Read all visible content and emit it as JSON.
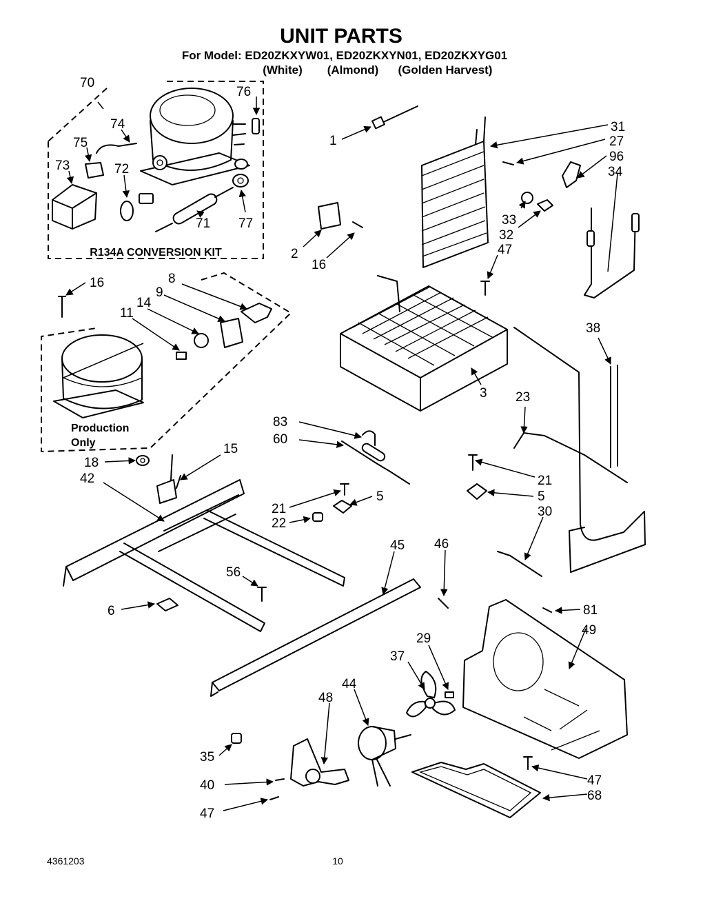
{
  "header": {
    "title": "UNIT PARTS",
    "model_line": "For Model: ED20ZKXYW01, ED20ZKXYN01, ED20ZKXYG01",
    "color_white": "(White)",
    "color_almond": "(Almond)",
    "color_golden": "(Golden Harvest)"
  },
  "kit_label": "R134A CONVERSION KIT",
  "production_line1": "Production",
  "production_line2": "Only",
  "footer": {
    "doc_number": "4361203",
    "page_number": "10"
  },
  "callouts": [
    "70",
    "76",
    "74",
    "75",
    "73",
    "72",
    "71",
    "77",
    "1",
    "31",
    "27",
    "96",
    "34",
    "33",
    "32",
    "47",
    "2",
    "16",
    "16",
    "8",
    "9",
    "14",
    "11",
    "3",
    "38",
    "23",
    "18",
    "15",
    "42",
    "83",
    "60",
    "21",
    "5",
    "21",
    "5",
    "22",
    "30",
    "56",
    "6",
    "45",
    "46",
    "81",
    "49",
    "37",
    "29",
    "44",
    "48",
    "35",
    "40",
    "47",
    "47",
    "68"
  ]
}
